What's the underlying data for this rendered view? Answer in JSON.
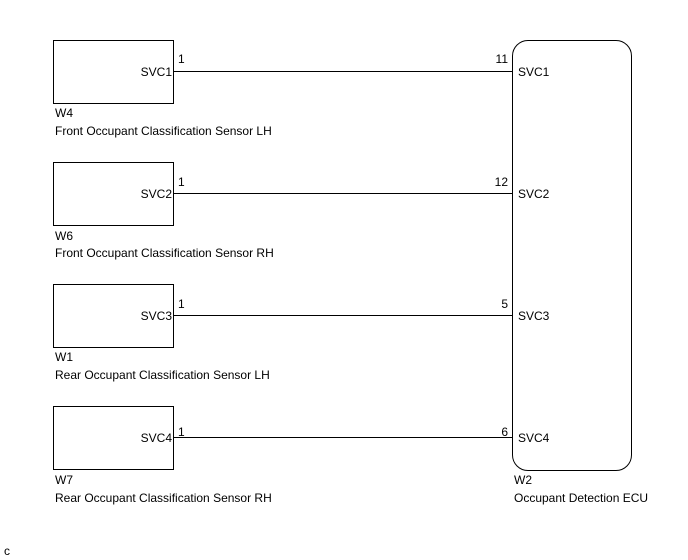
{
  "sensors": [
    {
      "code": "W4",
      "name": "Front Occupant Classification Sensor LH",
      "terminal": "SVC1",
      "pin": "1"
    },
    {
      "code": "W6",
      "name": "Front Occupant Classification Sensor RH",
      "terminal": "SVC2",
      "pin": "1"
    },
    {
      "code": "W1",
      "name": "Rear Occupant Classification Sensor LH",
      "terminal": "SVC3",
      "pin": "1"
    },
    {
      "code": "W7",
      "name": "Rear Occupant Classification Sensor RH",
      "terminal": "SVC4",
      "pin": "1"
    }
  ],
  "ecu": {
    "code": "W2",
    "name": "Occupant Detection ECU",
    "terminals": [
      {
        "label": "SVC1",
        "pin": "11"
      },
      {
        "label": "SVC2",
        "pin": "12"
      },
      {
        "label": "SVC3",
        "pin": "5"
      },
      {
        "label": "SVC4",
        "pin": "6"
      }
    ]
  },
  "footer": {
    "mark": "c"
  }
}
